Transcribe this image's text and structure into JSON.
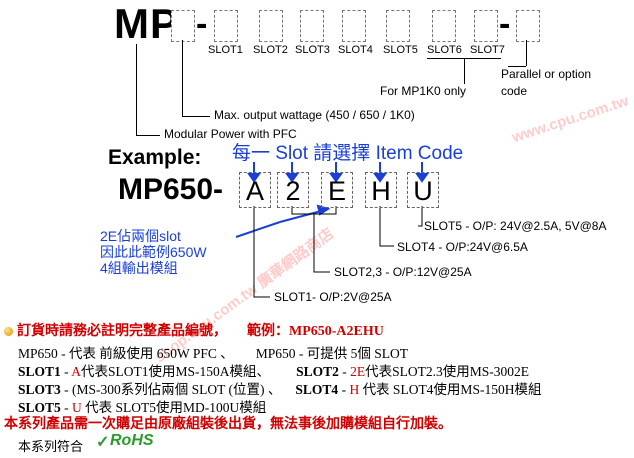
{
  "header": {
    "mp": "MP",
    "dash": "-",
    "slot_labels": [
      "SLOT1",
      "SLOT2",
      "SLOT3",
      "SLOT4",
      "SLOT5",
      "SLOT6",
      "SLOT7"
    ],
    "dash2": "-",
    "parallel_option": [
      "Parallel or option",
      "code"
    ],
    "for_mp1k0": "For MP1K0 only",
    "max_output": "Max. output wattage (450 / 650 / 1K0)",
    "modular_power": "Modular Power with PFC"
  },
  "example": {
    "title": "Example:",
    "chinese_each": "每一 Slot 請選擇 Item Code",
    "model_prefix": "MP650-",
    "chars": [
      "A",
      "2",
      "E",
      "H",
      "U"
    ],
    "note": [
      "2E佔兩個slot",
      "因此此範例650W",
      "4組輸出模組"
    ],
    "slot5": "SLOT5 - O/P: 24V@2.5A, 5V@8A",
    "slot4": "SLOT4 - O/P:24V@6.5A",
    "slot23": "SLOT2,3 - O/P:12V@25A",
    "slot1": "SLOT1- O/P:2V@25A"
  },
  "watermark": {
    "line1": "www.cpu.com.tw",
    "line2": "shop.cpu.com.tw 廣華網路商店"
  },
  "notes": {
    "bullet_line": "訂貨時請務必註明完整產品編號，",
    "bullet_example": "範例：MP650-A2EHU",
    "l2a": "MP650 - 代表 前級使用 650W PFC 、",
    "l2b": "MP650 - 可提供 5個 SLOT",
    "l3a_slot": "SLOT1",
    "l3a_dash": " - ",
    "l3a_letter": "A",
    "l3a_rest": "代表SLOT1使用MS-150A模組、",
    "l3b_slot": "SLOT2",
    "l3b_dash": " - ",
    "l3b_letter": "2E",
    "l3b_rest": "代表SLOT2.3使用MS-3002E",
    "l4a_slot": "SLOT3",
    "l4a_rest": " - (MS-300系列佔兩個 SLOT (位置) 、",
    "l4b_slot": "SLOT4",
    "l4b_dash": " - ",
    "l4b_letter": "H",
    "l4b_rest": " 代表 SLOT4使用MS-150H模組",
    "l5_slot": "SLOT5",
    "l5_dash": " - ",
    "l5_letter": "U",
    "l5_rest": " 代表 SLOT5使用MD-100U模組",
    "warning": "本系列產品需一次購足由原廠組裝後出貨，無法事後加購模組自行加裝。",
    "rohs_text": "本系列符合",
    "rohs_logo": "RoHS"
  },
  "colors": {
    "blue": "#1a3fd8",
    "red": "#d10000",
    "rohs_green": "#2a9a2a"
  }
}
